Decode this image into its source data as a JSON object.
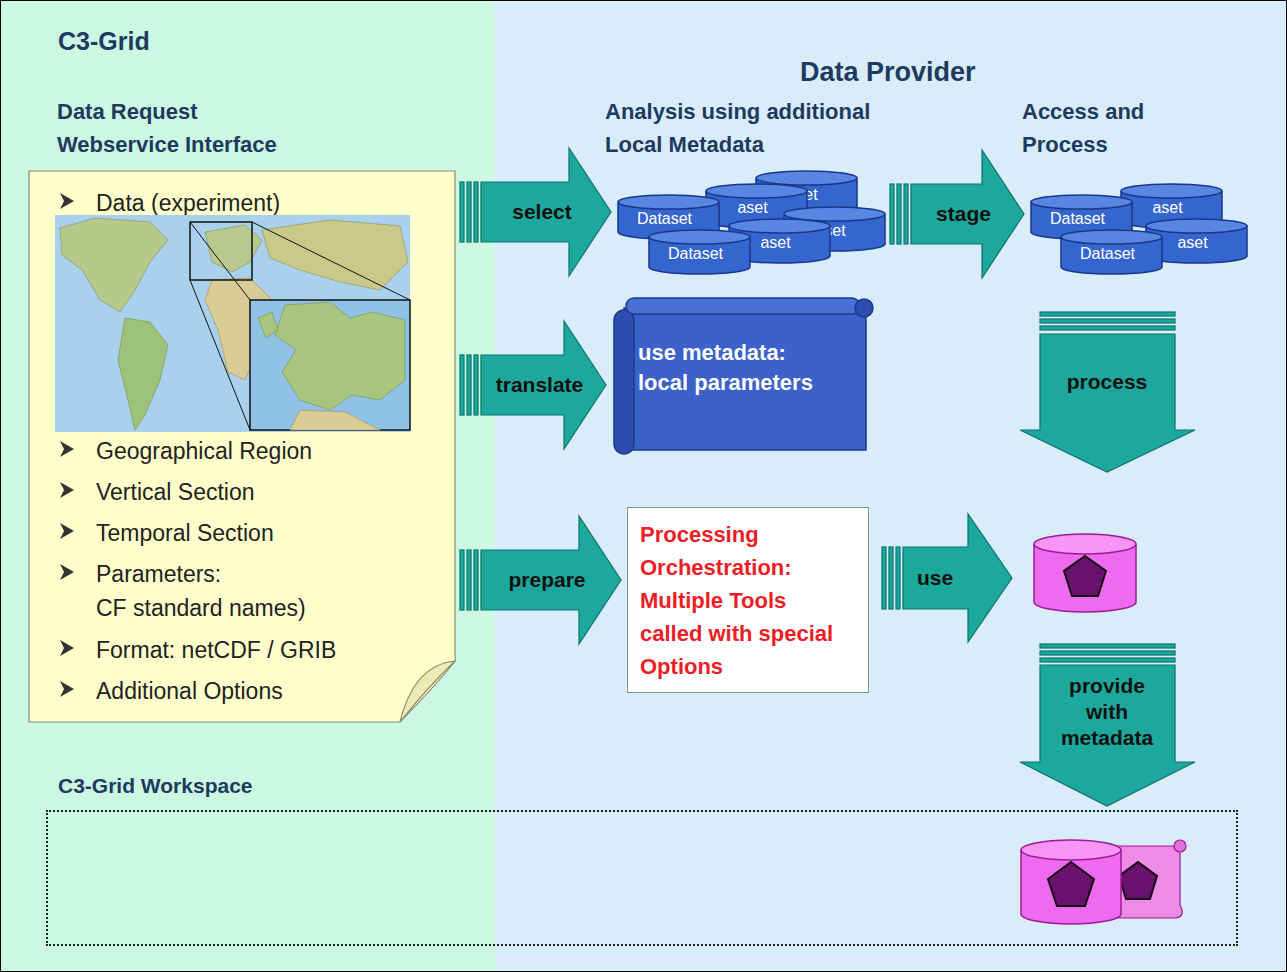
{
  "diagram": {
    "nodes": [
      {
        "text": [
          "C3-Grid",
          "Data Request Webservice Interface"
        ]
      },
      {
        "text": [
          "Data (experiment)",
          "Geographical Region",
          "Vertical Section",
          "Temporal Section",
          "Parameters: CF standard names)",
          "Format: netCDF / GRIB",
          "Additional Options"
        ],
        "in": 0
      },
      {
        "text": [
          "Data Provider",
          "Analysis using additional Local Metadata",
          "Access and Process"
        ]
      },
      {
        "text": [
          "Dataset"
        ],
        "in": 2
      },
      {
        "text": [
          "aset"
        ],
        "in": 2
      },
      {
        "text": [
          "aset"
        ],
        "in": 2
      },
      {
        "text": [
          "Dataset"
        ],
        "in": 2
      },
      {
        "text": [
          "aset"
        ],
        "in": 2
      },
      {
        "text": [
          "aset"
        ],
        "in": 2
      },
      {
        "text": [
          "use metadata: local parameters"
        ],
        "in": 2
      },
      {
        "text": [
          "Processing Orchestration: Multiple Tools called with special Options"
        ],
        "in": 2
      },
      {
        "text": [
          "Dataset"
        ],
        "in": 2
      },
      {
        "text": [
          "aset"
        ],
        "in": 2
      },
      {
        "text": [
          "Dataset"
        ],
        "in": 2
      },
      {
        "text": [
          "aset"
        ],
        "in": 2
      },
      {
        "text": [
          "C3-Grid Workspace"
        ]
      }
    ],
    "edges": [
      {
        "from": 1,
        "to": 3,
        "label": "select",
        "arrow": "to"
      },
      {
        "from": 8,
        "to": 11,
        "label": "stage",
        "arrow": "to"
      },
      {
        "from": 1,
        "to": 9,
        "label": "translate",
        "arrow": "to"
      },
      {
        "from": 1,
        "to": 10,
        "label": "prepare",
        "arrow": "to"
      }
    ],
    "labels": [
      "use",
      "process",
      "provide with metadata"
    ]
  }
}
